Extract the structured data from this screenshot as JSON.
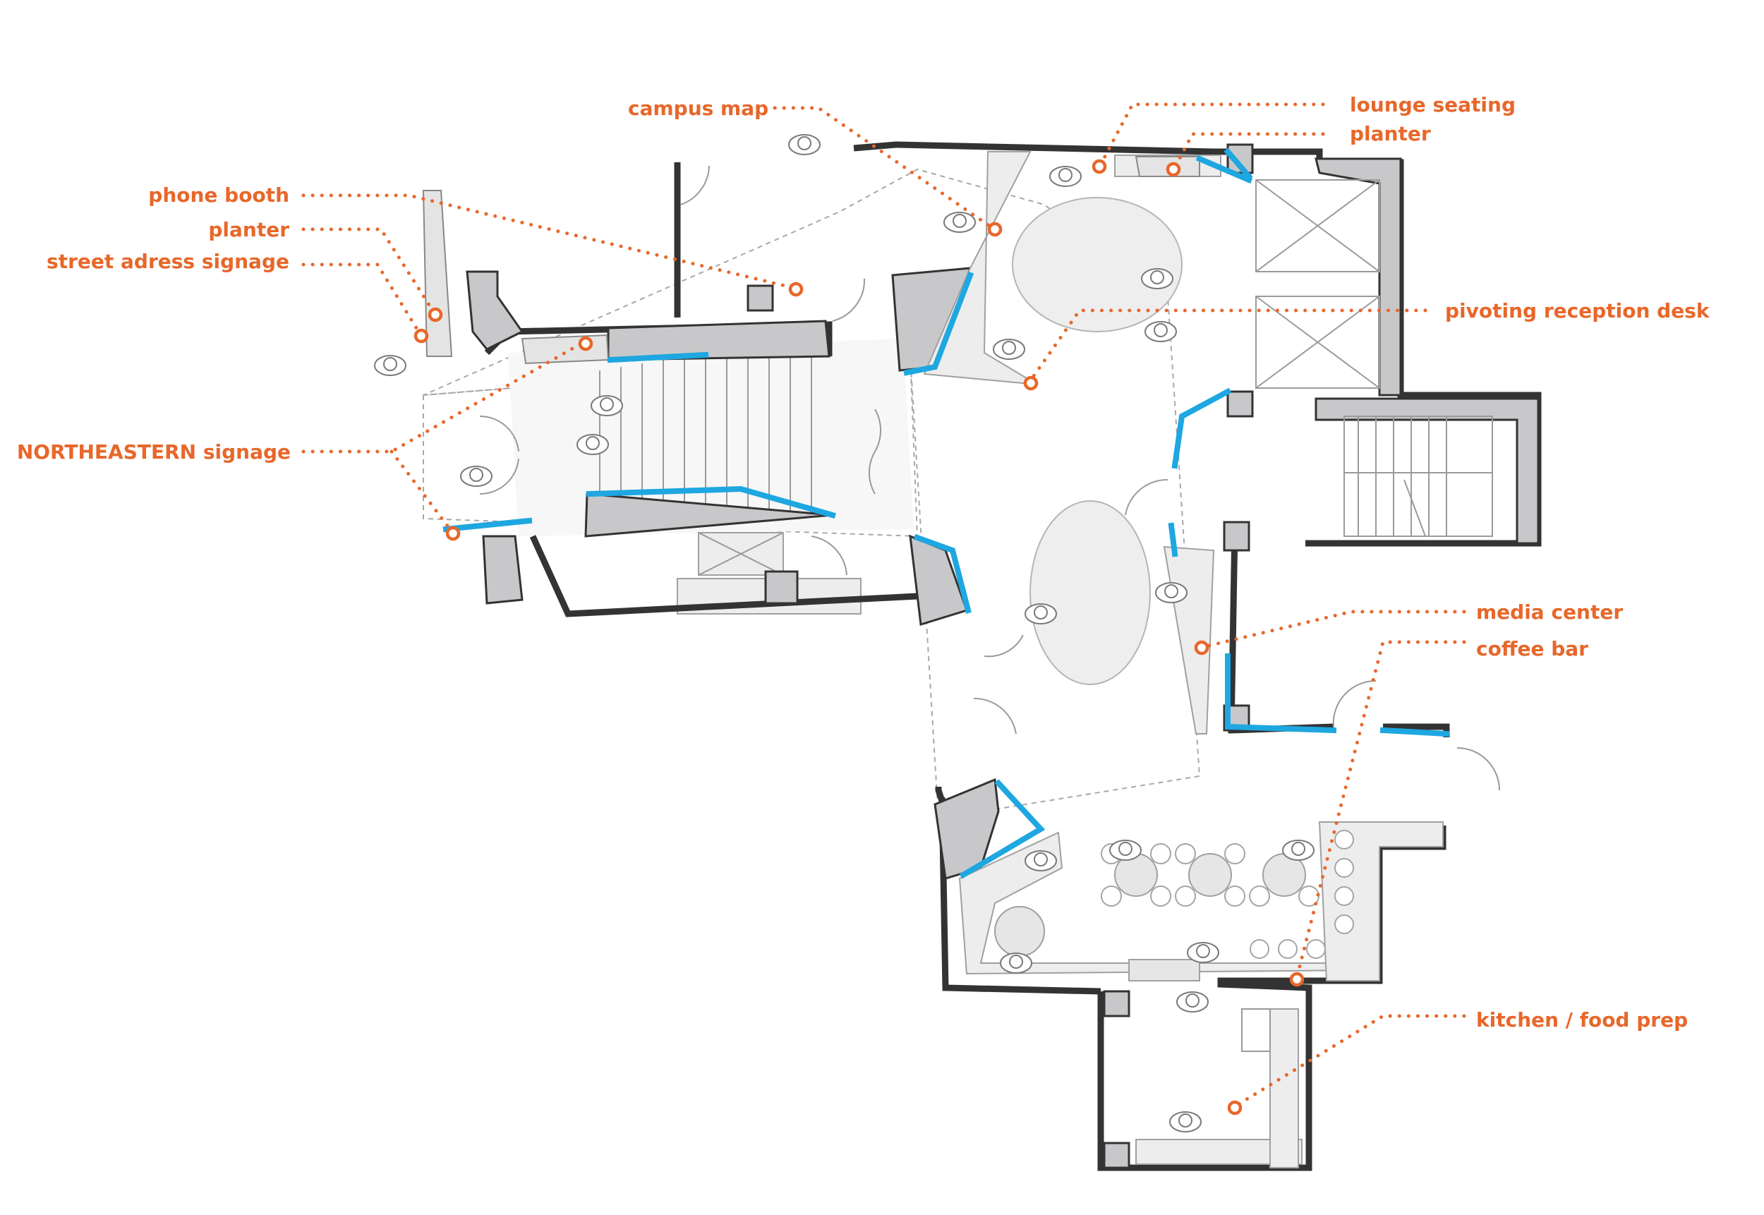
{
  "labels": {
    "campus_map": "campus map",
    "lounge_seating": "lounge seating",
    "planter_right": "planter",
    "phone_booth": "phone booth",
    "planter_left": "planter",
    "street_address_signage": "street adress signage",
    "pivoting_reception_desk": "pivoting reception desk",
    "northeastern_signage": "NORTHEASTERN signage",
    "media_center": "media center",
    "coffee_bar": "coffee bar",
    "kitchen_food_prep": "kitchen / food prep"
  },
  "colors": {
    "annotation": "#e8672a",
    "signage_blue": "#1ea7e0",
    "wall_fill": "#c8c8ca",
    "wall_outline": "#333333"
  }
}
